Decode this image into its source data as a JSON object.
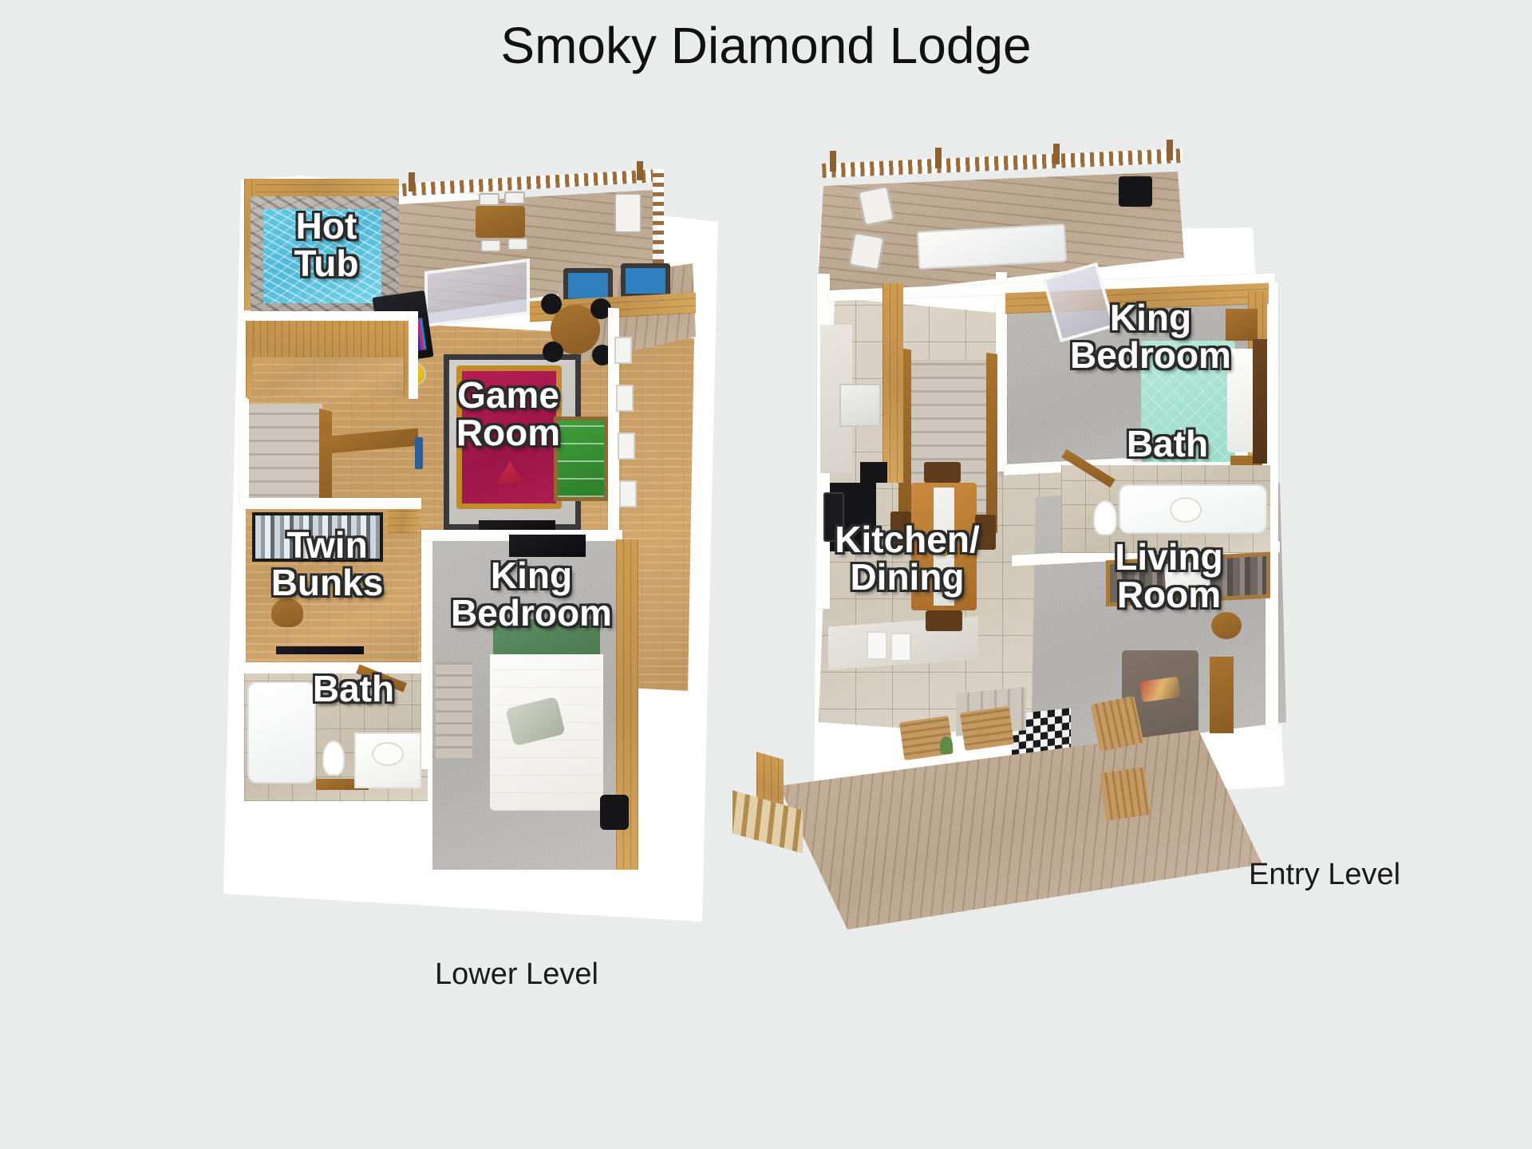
{
  "page": {
    "title": "Smoky Diamond Lodge",
    "background_color": "#eaecec"
  },
  "levels": [
    {
      "id": "lower",
      "caption": "Lower Level",
      "rooms": [
        {
          "key": "hot_tub",
          "label": "Hot\nTub",
          "font_size": 46
        },
        {
          "key": "game_room",
          "label": "Game\nRoom",
          "font_size": 46
        },
        {
          "key": "twin_bunks",
          "label": "Twin\nBunks",
          "font_size": 46
        },
        {
          "key": "king_bedroom",
          "label": "King\nBedroom",
          "font_size": 46
        },
        {
          "key": "bath",
          "label": "Bath",
          "font_size": 46
        }
      ]
    },
    {
      "id": "entry",
      "caption": "Entry Level",
      "rooms": [
        {
          "key": "king_bedroom",
          "label": "King\nBedroom",
          "font_size": 46
        },
        {
          "key": "bath",
          "label": "Bath",
          "font_size": 46
        },
        {
          "key": "kitchen_dining",
          "label": "Kitchen/\nDining",
          "font_size": 46
        },
        {
          "key": "living_room",
          "label": "Living\nRoom",
          "font_size": 46
        }
      ]
    }
  ],
  "colors": {
    "hot_tub_water": "#4fb9d8",
    "pool_table_felt": "#9b1548",
    "foosball_green": "#2e7f2b",
    "bed_teal": "#9bdcca",
    "bed_green": "#4d7a51",
    "label_text": "#ffffff",
    "label_outline": "#2b2b2b",
    "title_text": "#111111"
  }
}
